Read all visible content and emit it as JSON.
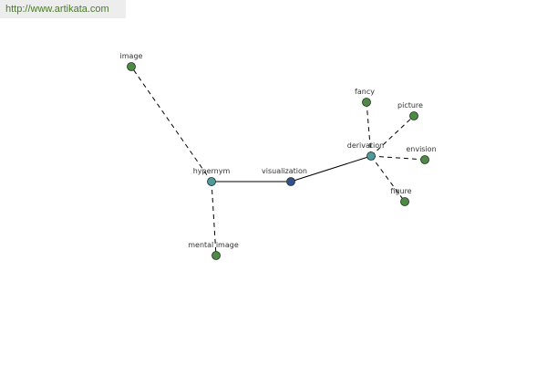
{
  "watermark": "http://www.artikata.com",
  "colors": {
    "center_node": "#344e8e",
    "relation_node": "#4f9aa0",
    "leaf_node": "#4e8a45",
    "edge": "#000000",
    "node_outline": "#1f2f1f"
  },
  "nodes": [
    {
      "id": "visualization",
      "label": "visualization",
      "kind": "center"
    },
    {
      "id": "hypernym",
      "label": "hypernym",
      "kind": "relation"
    },
    {
      "id": "derivation",
      "label": "derivation",
      "kind": "relation"
    },
    {
      "id": "image",
      "label": "image",
      "kind": "leaf"
    },
    {
      "id": "mental_image",
      "label": "mental image",
      "kind": "leaf"
    },
    {
      "id": "fancy",
      "label": "fancy",
      "kind": "leaf"
    },
    {
      "id": "picture",
      "label": "picture",
      "kind": "leaf"
    },
    {
      "id": "envision",
      "label": "envision",
      "kind": "leaf"
    },
    {
      "id": "figure",
      "label": "figure",
      "kind": "leaf"
    }
  ],
  "edges": [
    {
      "from": "hypernym",
      "to": "visualization",
      "style": "solid"
    },
    {
      "from": "visualization",
      "to": "derivation",
      "style": "solid"
    },
    {
      "from": "hypernym",
      "to": "image",
      "style": "dashed"
    },
    {
      "from": "hypernym",
      "to": "mental_image",
      "style": "dashed"
    },
    {
      "from": "derivation",
      "to": "fancy",
      "style": "dashed"
    },
    {
      "from": "derivation",
      "to": "picture",
      "style": "dashed"
    },
    {
      "from": "derivation",
      "to": "envision",
      "style": "dashed"
    },
    {
      "from": "derivation",
      "to": "figure",
      "style": "dashed"
    }
  ]
}
